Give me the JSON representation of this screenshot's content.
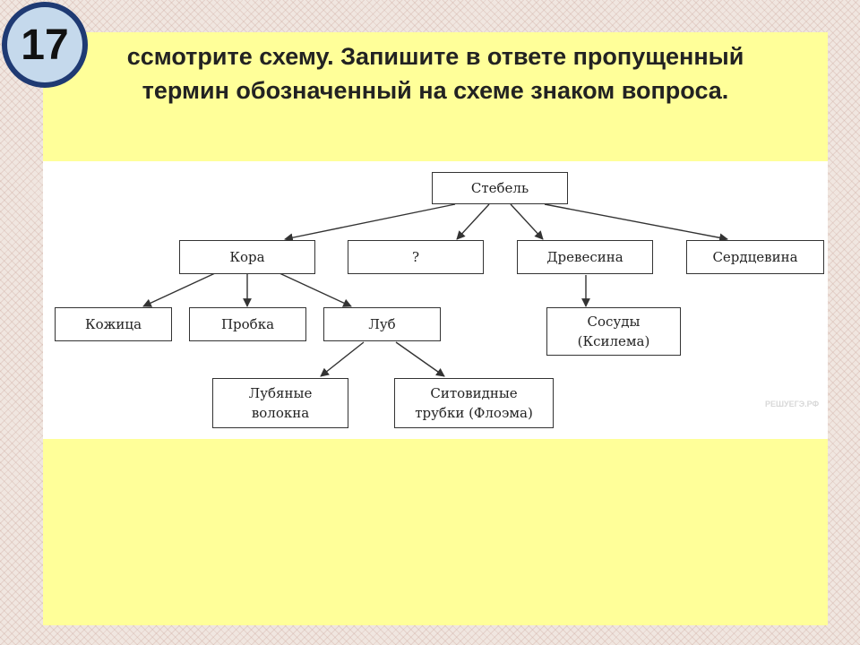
{
  "slide": {
    "number": "17",
    "question_line1": "ссмотрите схему. Запишите в ответе пропущенный",
    "question_line2": "термин обозначенный на схеме знаком вопроса.",
    "watermark": "РЕШУЕГЭ.РФ"
  },
  "diagram": {
    "root": "Стебель",
    "level1": [
      "Кора",
      "?",
      "Древесина",
      "Сердцевина"
    ],
    "kora_children": [
      "Кожица",
      "Пробка",
      "Луб"
    ],
    "lub_children": [
      "Лубяные\nволокна",
      "Ситовидные\nтрубки (Флоэма)"
    ],
    "drevesina_child": "Сосуды\n(Ксилема)"
  },
  "colors": {
    "panel": "#ffff99",
    "badge_fill": "#c5d9ec",
    "badge_ring": "#1f3a73"
  }
}
